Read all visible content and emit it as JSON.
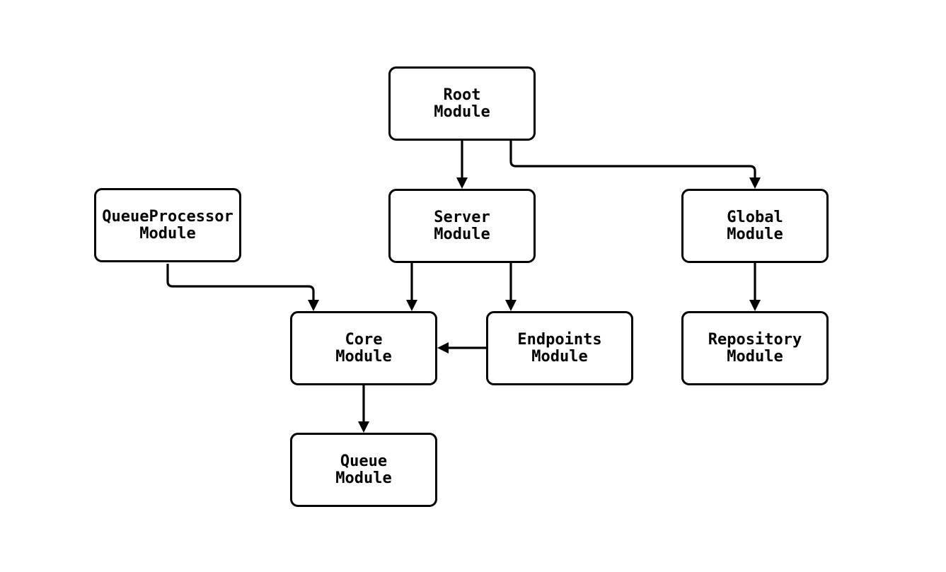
{
  "diagram": {
    "type": "module-dependency-flowchart",
    "colors": {
      "background": "#ffffff",
      "node_fill": "#ffffff",
      "node_border": "#000000",
      "edge": "#000000",
      "text": "#000000"
    },
    "nodes": [
      {
        "id": "root-module",
        "label": "Root\nModule"
      },
      {
        "id": "queueprocessor-module",
        "label": "QueueProcessor\nModule"
      },
      {
        "id": "server-module",
        "label": "Server\nModule"
      },
      {
        "id": "global-module",
        "label": "Global\nModule"
      },
      {
        "id": "core-module",
        "label": "Core\nModule"
      },
      {
        "id": "endpoints-module",
        "label": "Endpoints\nModule"
      },
      {
        "id": "repository-module",
        "label": "Repository\nModule"
      },
      {
        "id": "queue-module",
        "label": "Queue\nModule"
      }
    ],
    "edges": [
      {
        "from": "root-module",
        "to": "server-module"
      },
      {
        "from": "root-module",
        "to": "global-module"
      },
      {
        "from": "queueprocessor-module",
        "to": "core-module"
      },
      {
        "from": "server-module",
        "to": "core-module"
      },
      {
        "from": "server-module",
        "to": "endpoints-module"
      },
      {
        "from": "endpoints-module",
        "to": "core-module"
      },
      {
        "from": "global-module",
        "to": "repository-module"
      },
      {
        "from": "core-module",
        "to": "queue-module"
      }
    ]
  }
}
